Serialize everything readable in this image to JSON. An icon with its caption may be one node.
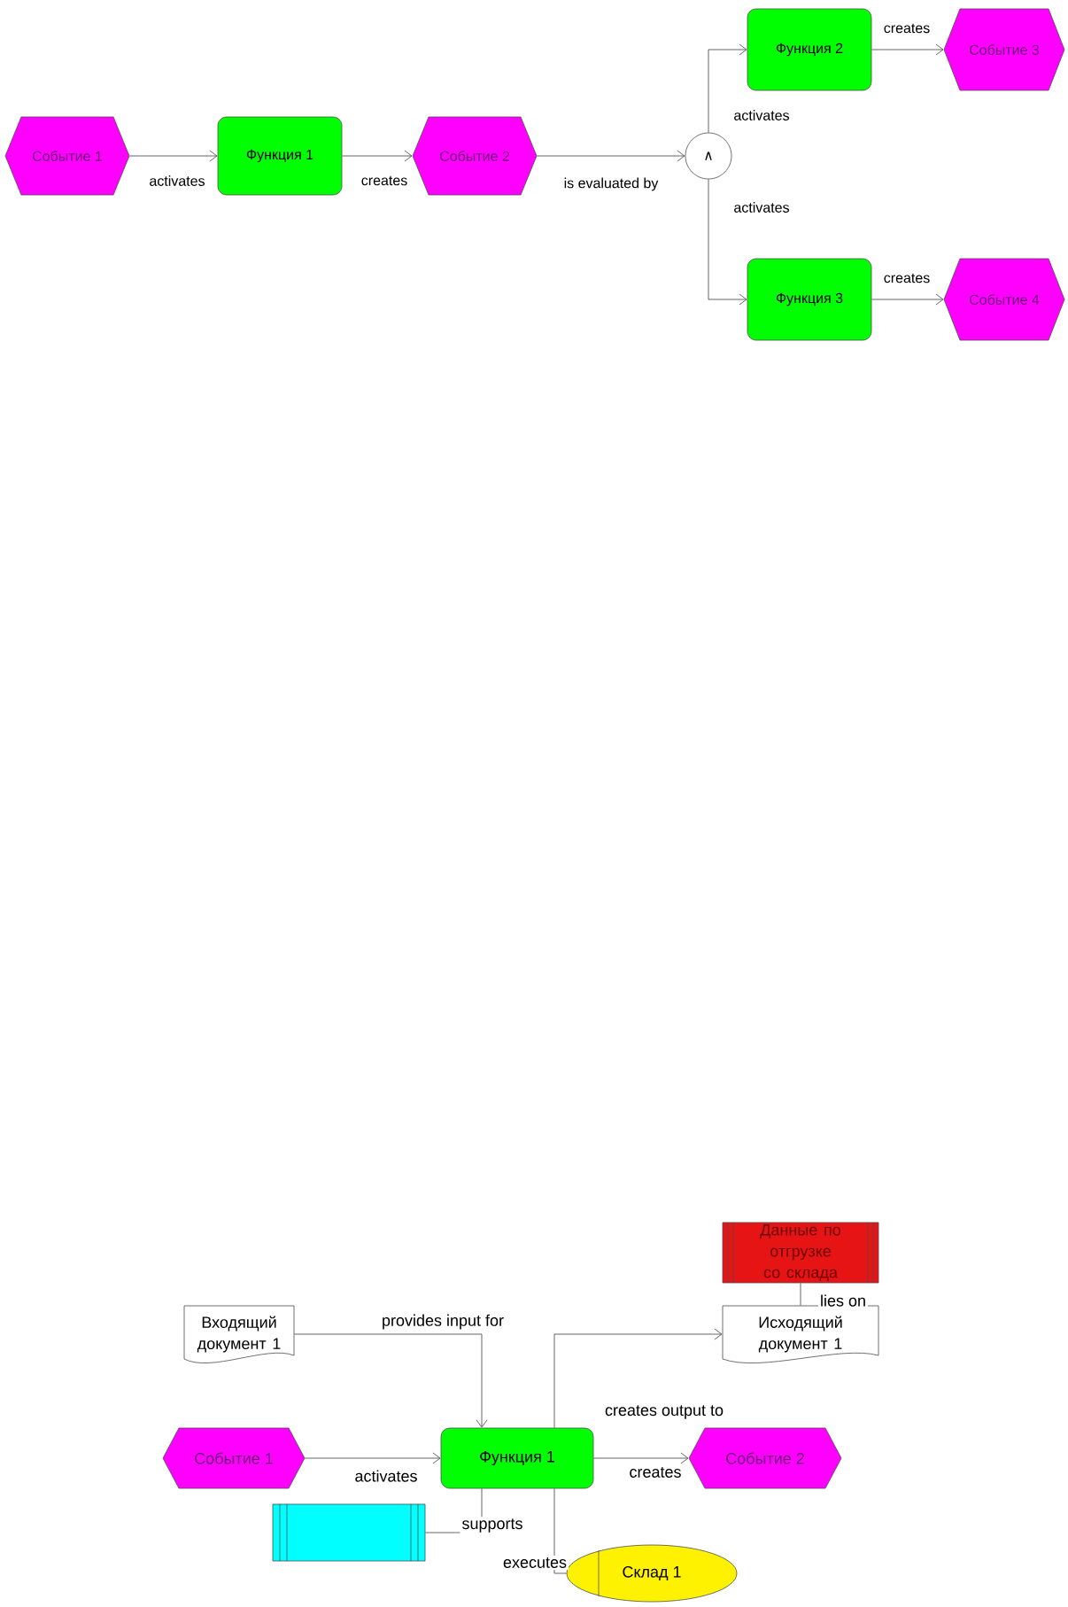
{
  "diagram": {
    "nodes": [
      {
        "text": [
          "Событие 1"
        ]
      },
      {
        "text": [
          "Функция 1"
        ]
      },
      {
        "text": [
          "Событие 2"
        ]
      },
      {
        "text": [
          "∧"
        ]
      },
      {
        "text": [
          "Функция 2"
        ]
      },
      {
        "text": [
          "Событие 3"
        ]
      },
      {
        "text": [
          "Функция 3"
        ]
      },
      {
        "text": [
          "Событие 4"
        ]
      },
      {
        "text": [
          "Данные по отгрузке со склада"
        ]
      },
      {
        "text": [
          "Входящий документ 1"
        ]
      },
      {
        "text": [
          "Исходящий документ 1"
        ]
      },
      {
        "text": [
          "Событие 1"
        ]
      },
      {
        "text": [
          "Функция 1"
        ]
      },
      {
        "text": [
          "Событие 2"
        ]
      },
      {
        "text": [],
        "shape": "box"
      },
      {
        "text": [
          "Склад 1"
        ]
      }
    ],
    "edges": [
      {
        "from": 0,
        "to": 1,
        "arrow": "to",
        "label": "activates"
      },
      {
        "from": 1,
        "to": 2,
        "arrow": "to",
        "label": "creates"
      },
      {
        "from": 2,
        "to": 3,
        "arrow": "to",
        "label": "is evaluated by"
      },
      {
        "from": 3,
        "to": 4,
        "arrow": "to",
        "label": "activates"
      },
      {
        "from": 3,
        "to": 6,
        "arrow": "to",
        "label": "activates"
      },
      {
        "from": 4,
        "to": 5,
        "arrow": "to",
        "label": "creates"
      },
      {
        "from": 6,
        "to": 7,
        "arrow": "to",
        "label": "creates"
      },
      {
        "from": 9,
        "to": 12,
        "arrow": "to",
        "label": "provides input for"
      },
      {
        "from": 12,
        "to": 10,
        "arrow": "to",
        "label": "creates output to"
      },
      {
        "from": 8,
        "to": 10,
        "arrow": "none",
        "label": "lies on"
      },
      {
        "from": 11,
        "to": 12,
        "arrow": "to",
        "label": "activates"
      },
      {
        "from": 12,
        "to": 13,
        "arrow": "to",
        "label": "creates"
      },
      {
        "from": 14,
        "to": 12,
        "arrow": "none",
        "label": "supports"
      },
      {
        "from": 15,
        "to": 12,
        "arrow": "none",
        "label": "executes"
      }
    ]
  }
}
